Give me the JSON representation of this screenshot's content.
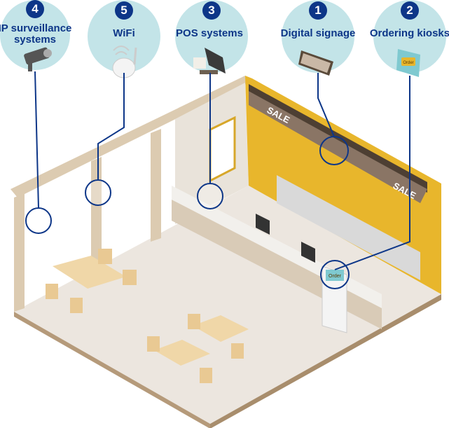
{
  "categories": [
    {
      "number": "4",
      "label_line1": "IP surveillance",
      "label_line2": "systems"
    },
    {
      "number": "5",
      "label_line1": "WiFi",
      "label_line2": ""
    },
    {
      "number": "3",
      "label_line1": "POS systems",
      "label_line2": ""
    },
    {
      "number": "1",
      "label_line1": "Digital signage",
      "label_line2": ""
    },
    {
      "number": "2",
      "label_line1": "Ordering kiosks",
      "label_line2": ""
    }
  ],
  "scene": {
    "sign_text_1": "SALE",
    "sign_text_2": "SALE",
    "kiosk_text": "Order",
    "kiosk_icon_text": "Order"
  },
  "colors": {
    "bubble": "#c3e4e8",
    "accent": "#0d3688",
    "wall_yellow": "#e8b62c",
    "floor": "#ece6df"
  }
}
